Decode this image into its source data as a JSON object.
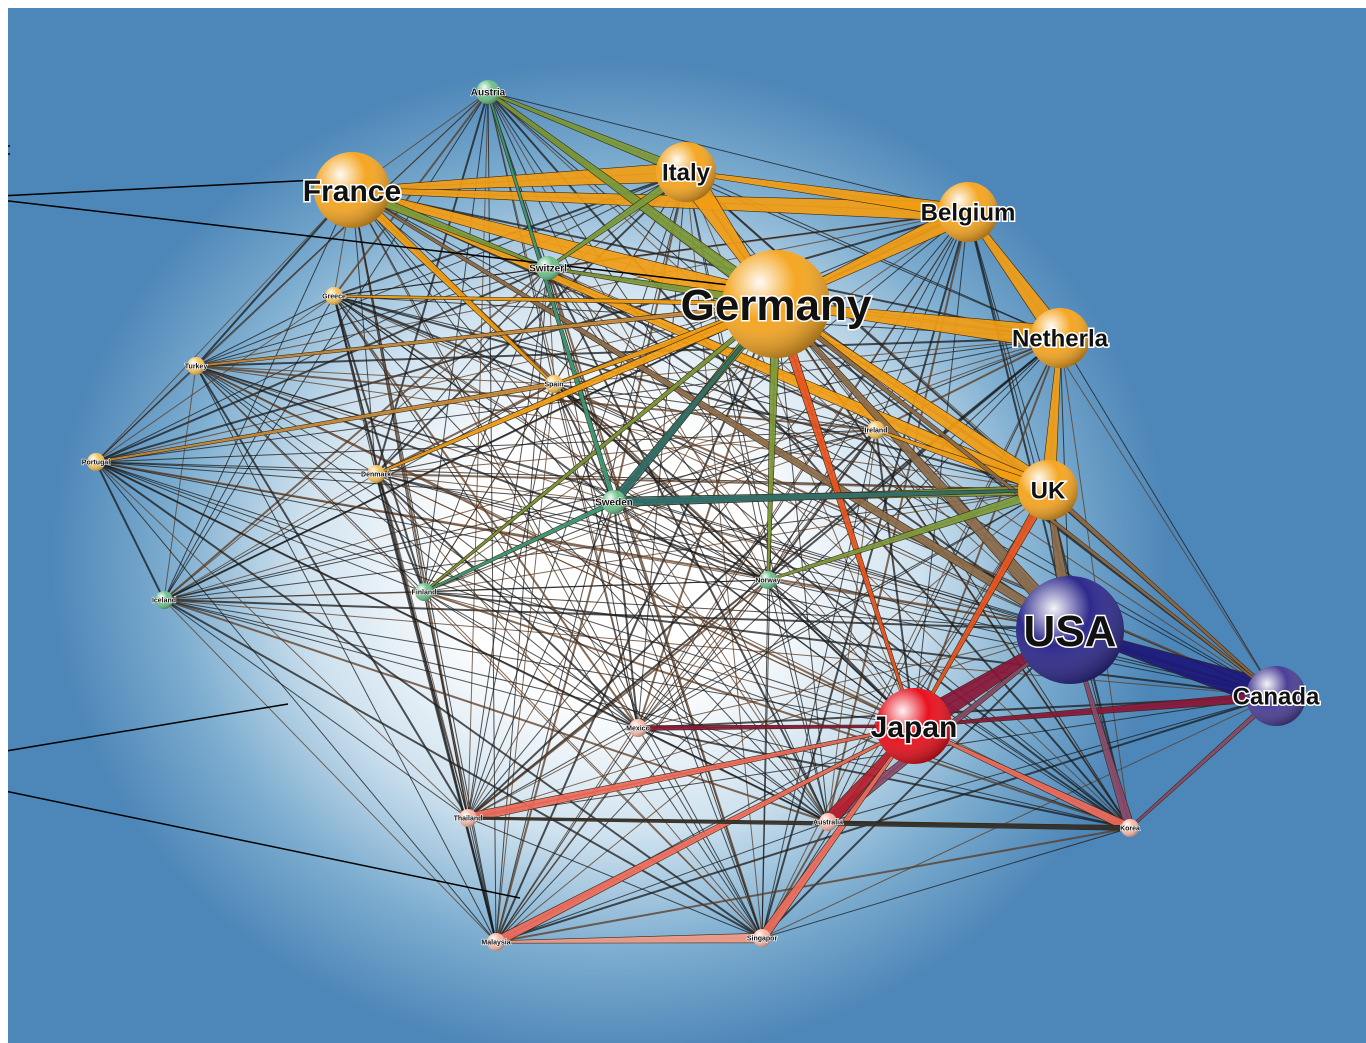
{
  "diagram": {
    "nodes": [
      {
        "id": "france",
        "label": "France",
        "color": "#f5a623",
        "tier": "large"
      },
      {
        "id": "italy",
        "label": "Italy",
        "color": "#f5a623",
        "tier": "medium"
      },
      {
        "id": "belgium",
        "label": "Belgium",
        "color": "#f5a623",
        "tier": "medium"
      },
      {
        "id": "germany",
        "label": "Germany",
        "color": "#f5a623",
        "tier": "xlarge"
      },
      {
        "id": "netherlands",
        "label": "Netherla",
        "color": "#f5a623",
        "tier": "medium"
      },
      {
        "id": "uk",
        "label": "UK",
        "color": "#f5a623",
        "tier": "medium"
      },
      {
        "id": "usa",
        "label": "USA",
        "color": "#2e2a8c",
        "tier": "xlarge"
      },
      {
        "id": "canada",
        "label": "Canada",
        "color": "#4a3f96",
        "tier": "medium"
      },
      {
        "id": "japan",
        "label": "Japan",
        "color": "#e8121e",
        "tier": "large"
      },
      {
        "id": "austria",
        "label": "Austria",
        "color": "#6cc08a",
        "tier": "small"
      },
      {
        "id": "switzerland",
        "label": "Switzerl",
        "color": "#6cc08a",
        "tier": "small"
      },
      {
        "id": "sweden",
        "label": "Sweden",
        "color": "#6cc08a",
        "tier": "small"
      },
      {
        "id": "norway",
        "label": "Norway",
        "color": "#6cc08a",
        "tier": "tiny"
      },
      {
        "id": "finland",
        "label": "Finland",
        "color": "#6cc08a",
        "tier": "tiny"
      },
      {
        "id": "iceland",
        "label": "Iceland",
        "color": "#6cc08a",
        "tier": "tiny"
      },
      {
        "id": "greece",
        "label": "Greece",
        "color": "#f5c35a",
        "tier": "tiny"
      },
      {
        "id": "turkey",
        "label": "Turkey",
        "color": "#f5c35a",
        "tier": "tiny"
      },
      {
        "id": "spain",
        "label": "Spain",
        "color": "#f5c35a",
        "tier": "tiny"
      },
      {
        "id": "portugal",
        "label": "Portugal",
        "color": "#f5c35a",
        "tier": "tiny"
      },
      {
        "id": "denmark",
        "label": "Denmark",
        "color": "#f5c35a",
        "tier": "tiny"
      },
      {
        "id": "ireland",
        "label": "Ireland",
        "color": "#f5c35a",
        "tier": "tiny"
      },
      {
        "id": "mexico",
        "label": "Mexico",
        "color": "#f7b8a6",
        "tier": "tiny"
      },
      {
        "id": "australia",
        "label": "Australia",
        "color": "#f7b8a6",
        "tier": "tiny"
      },
      {
        "id": "korea",
        "label": "Korea",
        "color": "#f7b8a6",
        "tier": "tiny"
      },
      {
        "id": "thailand",
        "label": "Thailand",
        "color": "#f7b8a6",
        "tier": "tiny"
      },
      {
        "id": "malaysia",
        "label": "Malaysia",
        "color": "#f7b8a6",
        "tier": "tiny"
      },
      {
        "id": "singapore",
        "label": "Singapor",
        "color": "#f7b8a6",
        "tier": "tiny"
      }
    ],
    "edges": [
      {
        "from": "france",
        "to": "germany",
        "weight": 5,
        "color": "#f29d14"
      },
      {
        "from": "france",
        "to": "italy",
        "weight": 4,
        "color": "#f29d14"
      },
      {
        "from": "france",
        "to": "belgium",
        "weight": 4,
        "color": "#f29d14"
      },
      {
        "from": "germany",
        "to": "italy",
        "weight": 5,
        "color": "#f29d14"
      },
      {
        "from": "germany",
        "to": "belgium",
        "weight": 4,
        "color": "#f29d14"
      },
      {
        "from": "germany",
        "to": "netherlands",
        "weight": 5,
        "color": "#f29d14"
      },
      {
        "from": "germany",
        "to": "uk",
        "weight": 4,
        "color": "#f29d14"
      },
      {
        "from": "italy",
        "to": "belgium",
        "weight": 3,
        "color": "#f29d14"
      },
      {
        "from": "belgium",
        "to": "netherlands",
        "weight": 4,
        "color": "#f29d14"
      },
      {
        "from": "netherlands",
        "to": "uk",
        "weight": 3,
        "color": "#f29d14"
      },
      {
        "from": "france",
        "to": "uk",
        "weight": 3,
        "color": "#f29d14"
      },
      {
        "from": "germany",
        "to": "usa",
        "weight": 3,
        "color": "#8b6a4a"
      },
      {
        "from": "uk",
        "to": "usa",
        "weight": 3,
        "color": "#8b6a4a"
      },
      {
        "from": "france",
        "to": "usa",
        "weight": 2,
        "color": "#8b6a4a"
      },
      {
        "from": "usa",
        "to": "canada",
        "weight": 6,
        "color": "#1c1878"
      },
      {
        "from": "usa",
        "to": "japan",
        "weight": 5,
        "color": "#8a1638"
      },
      {
        "from": "japan",
        "to": "canada",
        "weight": 2,
        "color": "#8a1638"
      },
      {
        "from": "usa",
        "to": "korea",
        "weight": 2,
        "color": "#8a4a6a"
      },
      {
        "from": "usa",
        "to": "australia",
        "weight": 2,
        "color": "#8a4a6a"
      },
      {
        "from": "japan",
        "to": "germany",
        "weight": 2,
        "color": "#e8521e"
      },
      {
        "from": "japan",
        "to": "uk",
        "weight": 2,
        "color": "#e8521e"
      },
      {
        "from": "japan",
        "to": "korea",
        "weight": 2,
        "color": "#ee6a5a"
      },
      {
        "from": "japan",
        "to": "australia",
        "weight": 3,
        "color": "#b51e2e"
      },
      {
        "from": "japan",
        "to": "thailand",
        "weight": 2,
        "color": "#ee6a5a"
      },
      {
        "from": "japan",
        "to": "malaysia",
        "weight": 2,
        "color": "#ee6a5a"
      },
      {
        "from": "japan",
        "to": "singapore",
        "weight": 2,
        "color": "#ee6a5a"
      },
      {
        "from": "japan",
        "to": "mexico",
        "weight": 1,
        "color": "#8a1638"
      },
      {
        "from": "malaysia",
        "to": "singapore",
        "weight": 2,
        "color": "#f09a88"
      },
      {
        "from": "austria",
        "to": "germany",
        "weight": 3,
        "color": "#7c9a3a"
      },
      {
        "from": "austria",
        "to": "italy",
        "weight": 2,
        "color": "#7c9a3a"
      },
      {
        "from": "switzerland",
        "to": "germany",
        "weight": 2,
        "color": "#7c9a3a"
      },
      {
        "from": "switzerland",
        "to": "italy",
        "weight": 2,
        "color": "#7c9a3a"
      },
      {
        "from": "switzerland",
        "to": "france",
        "weight": 2,
        "color": "#7c9a3a"
      },
      {
        "from": "sweden",
        "to": "germany",
        "weight": 2,
        "color": "#7c9a3a"
      },
      {
        "from": "sweden",
        "to": "uk",
        "weight": 2,
        "color": "#7c9a3a"
      },
      {
        "from": "norway",
        "to": "uk",
        "weight": 2,
        "color": "#7c9a3a"
      },
      {
        "from": "norway",
        "to": "germany",
        "weight": 2,
        "color": "#7c9a3a"
      },
      {
        "from": "finland",
        "to": "sweden",
        "weight": 1,
        "color": "#3a9a7a"
      },
      {
        "from": "finland",
        "to": "germany",
        "weight": 1,
        "color": "#7c9a3a"
      },
      {
        "from": "austria",
        "to": "sweden",
        "weight": 1,
        "color": "#3a9a7a"
      },
      {
        "from": "spain",
        "to": "france",
        "weight": 2,
        "color": "#f29d14"
      },
      {
        "from": "spain",
        "to": "germany",
        "weight": 2,
        "color": "#f29d14"
      },
      {
        "from": "denmark",
        "to": "germany",
        "weight": 2,
        "color": "#f29d14"
      },
      {
        "from": "ireland",
        "to": "uk",
        "weight": 2,
        "color": "#f29d14"
      },
      {
        "from": "greece",
        "to": "germany",
        "weight": 1,
        "color": "#f29d14"
      },
      {
        "from": "portugal",
        "to": "spain",
        "weight": 1,
        "color": "#c58a3a"
      },
      {
        "from": "turkey",
        "to": "germany",
        "weight": 1,
        "color": "#c58a3a"
      },
      {
        "from": "canada",
        "to": "uk",
        "weight": 1,
        "color": "#8b6a4a"
      },
      {
        "from": "canada",
        "to": "germany",
        "weight": 1,
        "color": "#8b6a4a"
      },
      {
        "from": "korea",
        "to": "canada",
        "weight": 1,
        "color": "#8a4a6a"
      },
      {
        "from": "australia",
        "to": "korea",
        "weight": 1,
        "color": "#333333"
      },
      {
        "from": "thailand",
        "to": "korea",
        "weight": 1,
        "color": "#333333"
      },
      {
        "from": "germany",
        "to": "sweden",
        "weight": 2,
        "color": "#2e6a6a"
      },
      {
        "from": "uk",
        "to": "sweden",
        "weight": 2,
        "color": "#2e6a6a"
      }
    ]
  }
}
